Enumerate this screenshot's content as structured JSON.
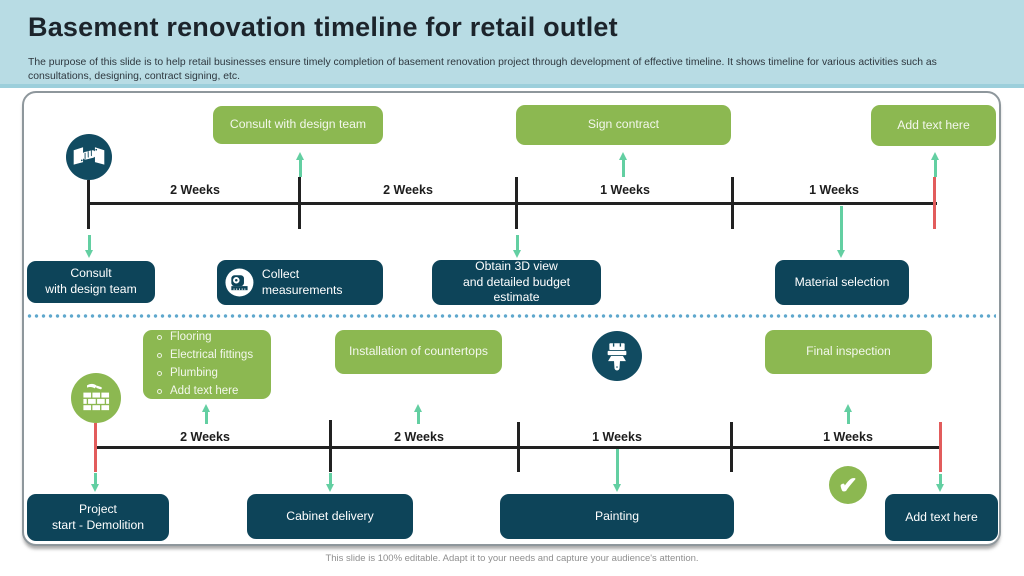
{
  "header": {
    "title": "Basement renovation timeline for retail outlet",
    "subtitle": "The purpose of this slide is to help retail businesses ensure timely completion of basement renovation project through development of effective timeline. It shows timeline for various activities such as consultations, designing, contract signing, etc."
  },
  "colors": {
    "accent_green": "#8cb851",
    "dark_teal": "#0d4459",
    "arrow_mint": "#63cfa2",
    "marker_red": "#e25c5c",
    "header_bg": "#b8dce4",
    "divider_dots": "#5fa8cd"
  },
  "phase1": {
    "intervals": [
      "2 Weeks",
      "2 Weeks",
      "1 Weeks",
      "1 Weeks"
    ],
    "above": [
      "Consult with design team",
      "Sign contract",
      "Add text here"
    ],
    "below": [
      "Consult\nwith design team",
      "Collect measurements",
      "Obtain 3D view\nand detailed budget estimate",
      "Material selection"
    ]
  },
  "phase2": {
    "intervals": [
      "2 Weeks",
      "2 Weeks",
      "1 Weeks",
      "1 Weeks"
    ],
    "checklist": [
      "Flooring",
      "Electrical fittings",
      "Plumbing",
      "Add text here"
    ],
    "above": [
      "Installation of countertops",
      "Final inspection"
    ],
    "below": [
      "Project\nstart - Demolition",
      "Cabinet delivery",
      "Painting",
      "Add text here"
    ]
  },
  "icons": {
    "start": "handshake-icon",
    "measure": "tape-measure-icon",
    "build": "brick-trowel-icon",
    "paint": "paint-brush-icon",
    "done": "check-icon",
    "check_glyph": "✔"
  },
  "footer": {
    "note": "This slide is 100% editable. Adapt it to your needs and capture your audience's attention."
  }
}
